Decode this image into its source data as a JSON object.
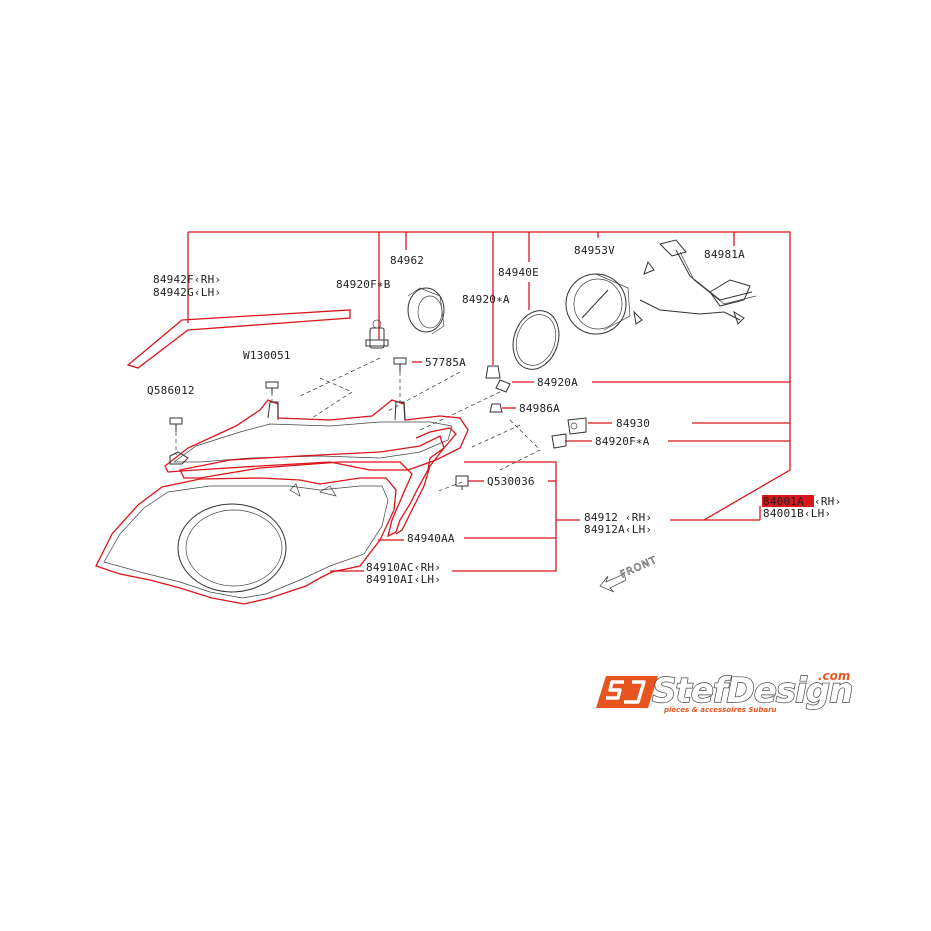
{
  "callouts": {
    "p84942": {
      "line1": "84942F‹RH›",
      "line2": "84942G‹LH›"
    },
    "p84962": "84962",
    "p84920FB": "84920F∗B",
    "pW130051": "W130051",
    "p57785A": "57785A",
    "pQ586012": "Q586012",
    "p84940E": "84940E",
    "p84920A_star": "84920∗A",
    "p84953V": "84953V",
    "p84981A": "84981A",
    "p84920A": "84920A",
    "p84986A": "84986A",
    "p84930": "84930",
    "p84920FA": "84920F∗A",
    "pQ530036": "Q530036",
    "p84912": {
      "line1": "84912 ‹RH›",
      "line2": "84912A‹LH›"
    },
    "p84940AA": "84940AA",
    "p84910": {
      "line1": "84910AC‹RH›",
      "line2": "84910AI‹LH›"
    },
    "p84001": {
      "line1_code": "84001A",
      "line1_side": "‹RH›",
      "line2": "84001B‹LH›"
    }
  },
  "front_marker": "FRONT",
  "logo": {
    "name": "StefDesign",
    "domain": ".com",
    "tagline": "pièces & accessoires Subaru"
  },
  "colors": {
    "highlight": "#d9161c",
    "brand": "#e8541f",
    "ink": "#222222"
  }
}
